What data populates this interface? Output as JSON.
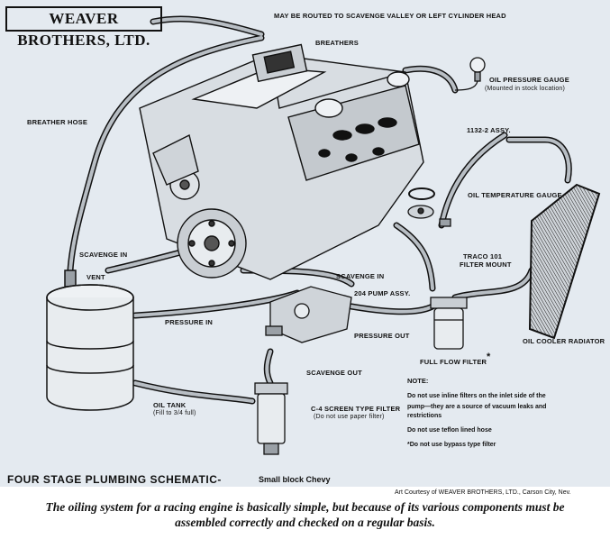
{
  "brand": "WEAVER BROTHERS, LTD.",
  "labels": {
    "scavenge_valley": "MAY BE ROUTED TO SCAVENGE VALLEY OR LEFT CYLINDER HEAD",
    "breathers": "BREATHERS",
    "oil_pressure_gauge": "OIL PRESSURE GAUGE",
    "oil_pressure_gauge_note": "(Mounted in stock location)",
    "breather_hose": "BREATHER HOSE",
    "assy_1132": "1132-2 ASSY.",
    "oil_temperature_gauge": "OIL TEMPERATURE GAUGE",
    "scavenge_in_1": "SCAVENGE IN",
    "vent": "VENT",
    "scavenge_in_2": "SCAVENGE IN",
    "traco_filter_1": "TRACO 101",
    "traco_filter_2": "FILTER MOUNT",
    "pump_assy": "204 PUMP ASSY.",
    "pressure_in": "PRESSURE IN",
    "pressure_out": "PRESSURE OUT",
    "oil_cooler_radiator": "OIL COOLER RADIATOR",
    "full_flow_filter": "FULL FLOW FILTER",
    "full_flow_filter_mark": "*",
    "scavenge_out": "SCAVENGE OUT",
    "oil_tank": "OIL TANK",
    "oil_tank_note": "(Fill to 3/4 full)",
    "c4_filter": "C-4 SCREEN TYPE FILTER",
    "c4_filter_note": "(Do not use paper filter)"
  },
  "notes": {
    "title": "NOTE:",
    "items": [
      "Do not use inline filters on the inlet side of the",
      "pump—they are a source of vacuum leaks and",
      "restrictions",
      "Do not use teflon lined hose",
      "*Do not use bypass type filter"
    ]
  },
  "schematic_title": "FOUR STAGE PLUMBING SCHEMATIC-",
  "schematic_subtitle": "Small block Chevy",
  "credit": "Art Courtesy of WEAVER BROTHERS, LTD., Carson City, Nev.",
  "caption_line1": "The oiling system for a racing engine is basically simple, but because of its various components must be",
  "caption_line2": "assembled correctly and checked on a regular basis.",
  "colors": {
    "paper": "#e4eaf0",
    "ink": "#111111",
    "page": "#ffffff"
  }
}
